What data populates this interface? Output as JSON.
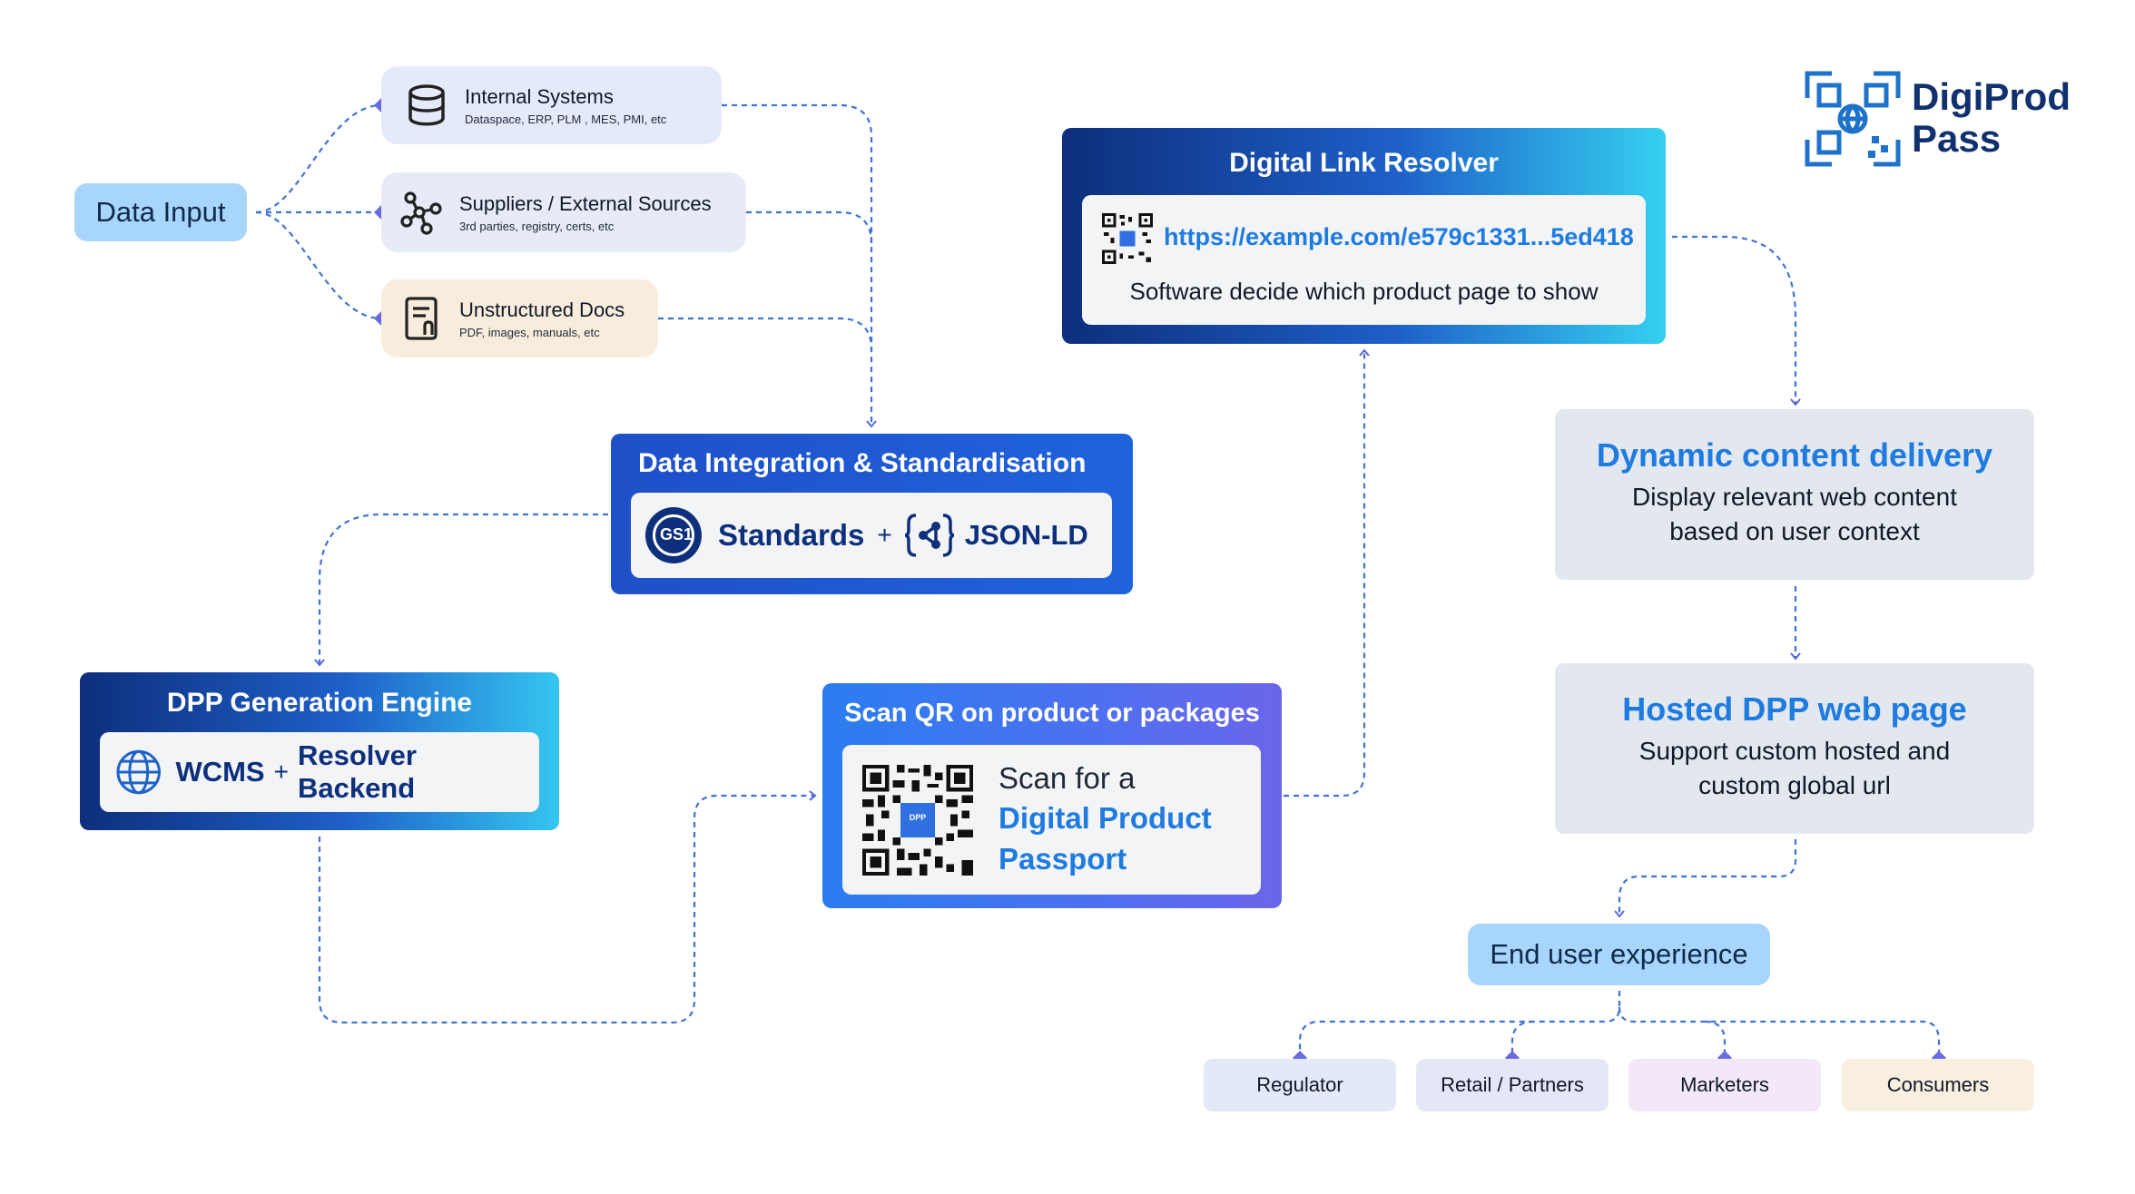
{
  "logo": {
    "line1": "DigiProd",
    "line2": "Pass"
  },
  "data_input": {
    "label": "Data Input"
  },
  "sources": [
    {
      "title": "Internal Systems",
      "subtitle": "Dataspace, ERP, PLM , MES, PMI, etc",
      "icon": "database-icon",
      "color": "#e4eaf9"
    },
    {
      "title": "Suppliers / External Sources",
      "subtitle": "3rd parties, registry, certs, etc",
      "icon": "network-icon",
      "color": "#e7eaf7"
    },
    {
      "title": "Unstructured Docs",
      "subtitle": "PDF, images, manuals, etc",
      "icon": "document-icon",
      "color": "#f8eddd"
    }
  ],
  "integration": {
    "title": "Data Integration & Standardisation",
    "gs1_mark": "GS1",
    "standards": "Standards",
    "plus": "+",
    "jsonld": "JSON-LD"
  },
  "engine": {
    "title": "DPP Generation Engine",
    "wcms": "WCMS",
    "plus": "+",
    "backend": "Resolver Backend"
  },
  "scan": {
    "title": "Scan QR on product or packages",
    "line1": "Scan for a",
    "line2": "Digital Product",
    "line3": "Passport",
    "qr_badge": "DPP"
  },
  "resolver": {
    "title": "Digital Link Resolver",
    "url": "https://example.com/e579c1331...5ed418",
    "note": "Software decide which product page to show"
  },
  "dynamic": {
    "title": "Dynamic content delivery",
    "line1": "Display relevant web content",
    "line2": "based on user context"
  },
  "hosted": {
    "title": "Hosted DPP web page",
    "line1": "Support custom hosted and",
    "line2": "custom global url"
  },
  "end_user": {
    "label": "End user experience"
  },
  "audiences": [
    {
      "label": "Regulator",
      "color": "#e3e9f7"
    },
    {
      "label": "Retail / Partners",
      "color": "#e6e7f6"
    },
    {
      "label": "Marketers",
      "color": "#f3e8f8"
    },
    {
      "label": "Consumers",
      "color": "#f8efe0"
    }
  ],
  "colors": {
    "connector": "#3f73d6",
    "connector_purple": "#6d5fe0",
    "accent_blue": "#1e7be0",
    "dark_navy": "#0d2f7c"
  }
}
